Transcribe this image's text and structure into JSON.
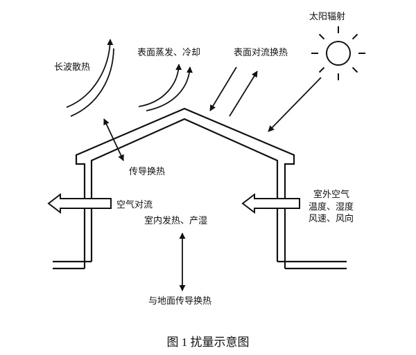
{
  "labels": {
    "long_wave": "长波散热",
    "evaporation": "表面蒸发、冷却",
    "surface_convection": "表面对流换热",
    "solar": "太阳辐射",
    "conduction": "传导换热",
    "air_convection": "空气对流",
    "outdoor_air_1": "室外空气",
    "outdoor_air_2": "温度、湿度",
    "outdoor_air_3": "风速、风向",
    "indoor_heat": "室内发热、产湿",
    "ground_conduction": "与地面传导换热"
  },
  "caption": "图 1 扰量示意图",
  "colors": {
    "ink": "#111111",
    "background": "#ffffff"
  }
}
